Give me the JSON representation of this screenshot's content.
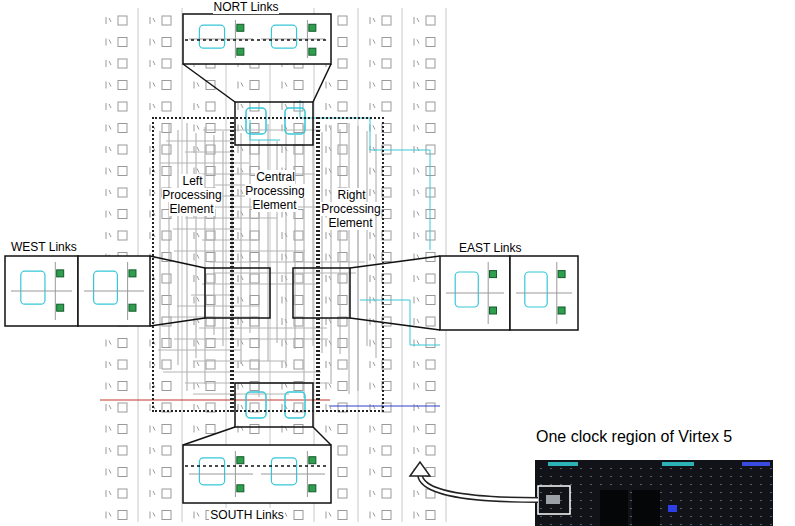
{
  "diagram": {
    "nodes": [
      {
        "text": [
          "Left Processing Element"
        ]
      },
      {
        "text": [
          "Central Processing Element"
        ]
      },
      {
        "text": [
          "Right Processing Element"
        ]
      }
    ],
    "labels": [
      "NORT Links",
      "WEST Links",
      "EAST Links",
      "SOUTH Links",
      "One clock region of Virtex 5"
    ]
  }
}
